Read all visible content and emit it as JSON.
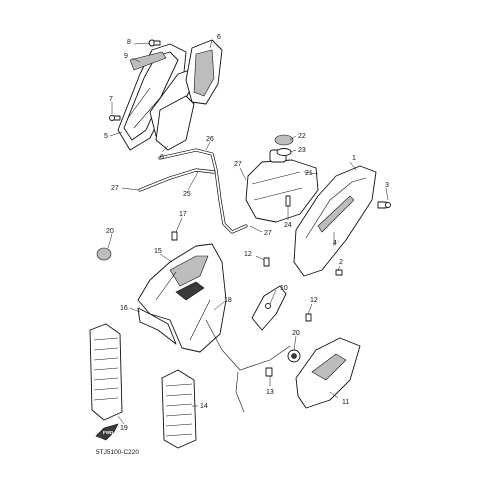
{
  "callouts": [
    "1",
    "2",
    "3",
    "4",
    "5",
    "6",
    "6",
    "7",
    "8",
    "9",
    "10",
    "11",
    "12",
    "12",
    "13",
    "14",
    "15",
    "16",
    "17",
    "18",
    "19",
    "20",
    "20",
    "21",
    "22",
    "23",
    "24",
    "25",
    "26",
    "27",
    "27",
    "27"
  ],
  "diagram_code": "5TJ5100-C220",
  "front_arrow": "FWD",
  "colors": {
    "line": "#111111",
    "fill": "#ffffff",
    "shade": "#bdbdbd"
  }
}
